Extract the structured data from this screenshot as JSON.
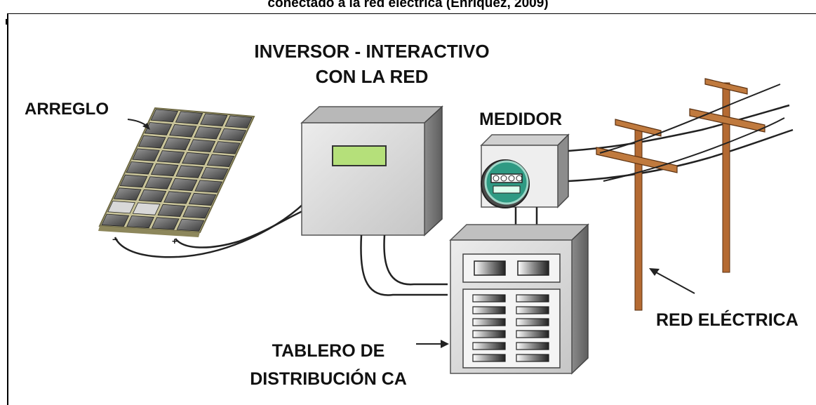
{
  "caption": "conectado a la red eléctrica (Enríquez, 2009)",
  "labels": {
    "arreglo": "ARREGLO",
    "inversor_line1": "INVERSOR - INTERACTIVO",
    "inversor_line2": "CON LA RED",
    "medidor": "MEDIDOR",
    "red_electrica": "RED ELÉCTRICA",
    "tablero_line1": "TABLERO DE",
    "tablero_line2": "DISTRIBUCIÓN CA"
  },
  "colors": {
    "panel_frame": "#c9c49a",
    "panel_cell": "#4a4a4a",
    "inverter_face": "#d9d9d9",
    "inverter_display": "#b5e07a",
    "pole_wood": "#b46a32"
  }
}
